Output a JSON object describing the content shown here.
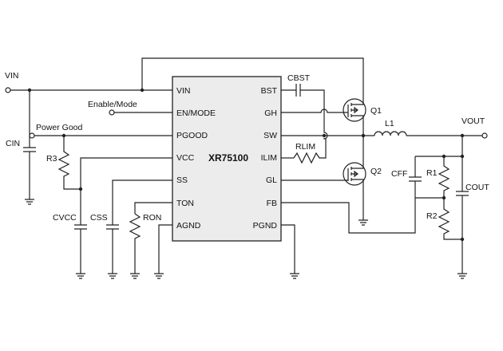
{
  "ic": {
    "part": "XR75100",
    "left_pins": [
      "VIN",
      "EN/MODE",
      "PGOOD",
      "VCC",
      "SS",
      "TON",
      "AGND"
    ],
    "right_pins": [
      "BST",
      "GH",
      "SW",
      "ILIM",
      "GL",
      "FB",
      "PGND"
    ]
  },
  "nets": {
    "vin": "VIN",
    "enable": "Enable/Mode",
    "power_good": "Power Good",
    "vout": "VOUT"
  },
  "components": {
    "cin": "CIN",
    "r3": "R3",
    "cvcc": "CVCC",
    "css": "CSS",
    "ron": "RON",
    "cbst": "CBST",
    "q1": "Q1",
    "q2": "Q2",
    "l1": "L1",
    "rlim": "RLIM",
    "cff": "CFF",
    "r1": "R1",
    "r2": "R2",
    "cout": "COUT"
  }
}
